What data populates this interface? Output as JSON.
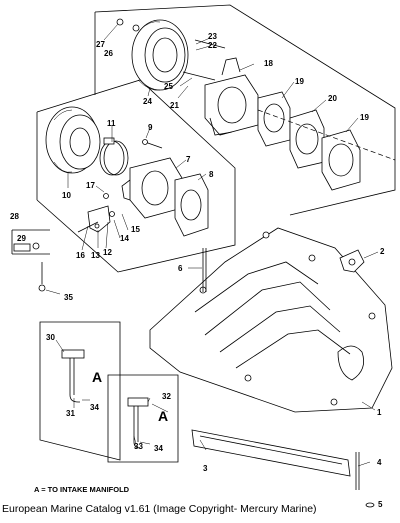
{
  "callouts": {
    "c1": "1",
    "c2": "2",
    "c3": "3",
    "c4": "4",
    "c5": "5",
    "c6": "6",
    "c7": "7",
    "c8": "8",
    "c9": "9",
    "c10": "10",
    "c11": "11",
    "c12": "12",
    "c13": "13",
    "c14": "14",
    "c15": "15",
    "c16": "16",
    "c17": "17",
    "c18": "18",
    "c19a": "19",
    "c19b": "19",
    "c20": "20",
    "c21": "21",
    "c22": "22",
    "c23": "23",
    "c24": "24",
    "c25": "25",
    "c26": "26",
    "c27": "27",
    "c28": "28",
    "c29": "29",
    "c30": "30",
    "c31": "31",
    "c32": "32",
    "c33": "33",
    "c34a": "34",
    "c34b": "34",
    "c35": "35"
  },
  "marker_a": "A",
  "legend_note": "A  =  TO INTAKE MANIFOLD",
  "caption": "European Marine Catalog v1.61 (Image Copyright- Mercury Marine)"
}
